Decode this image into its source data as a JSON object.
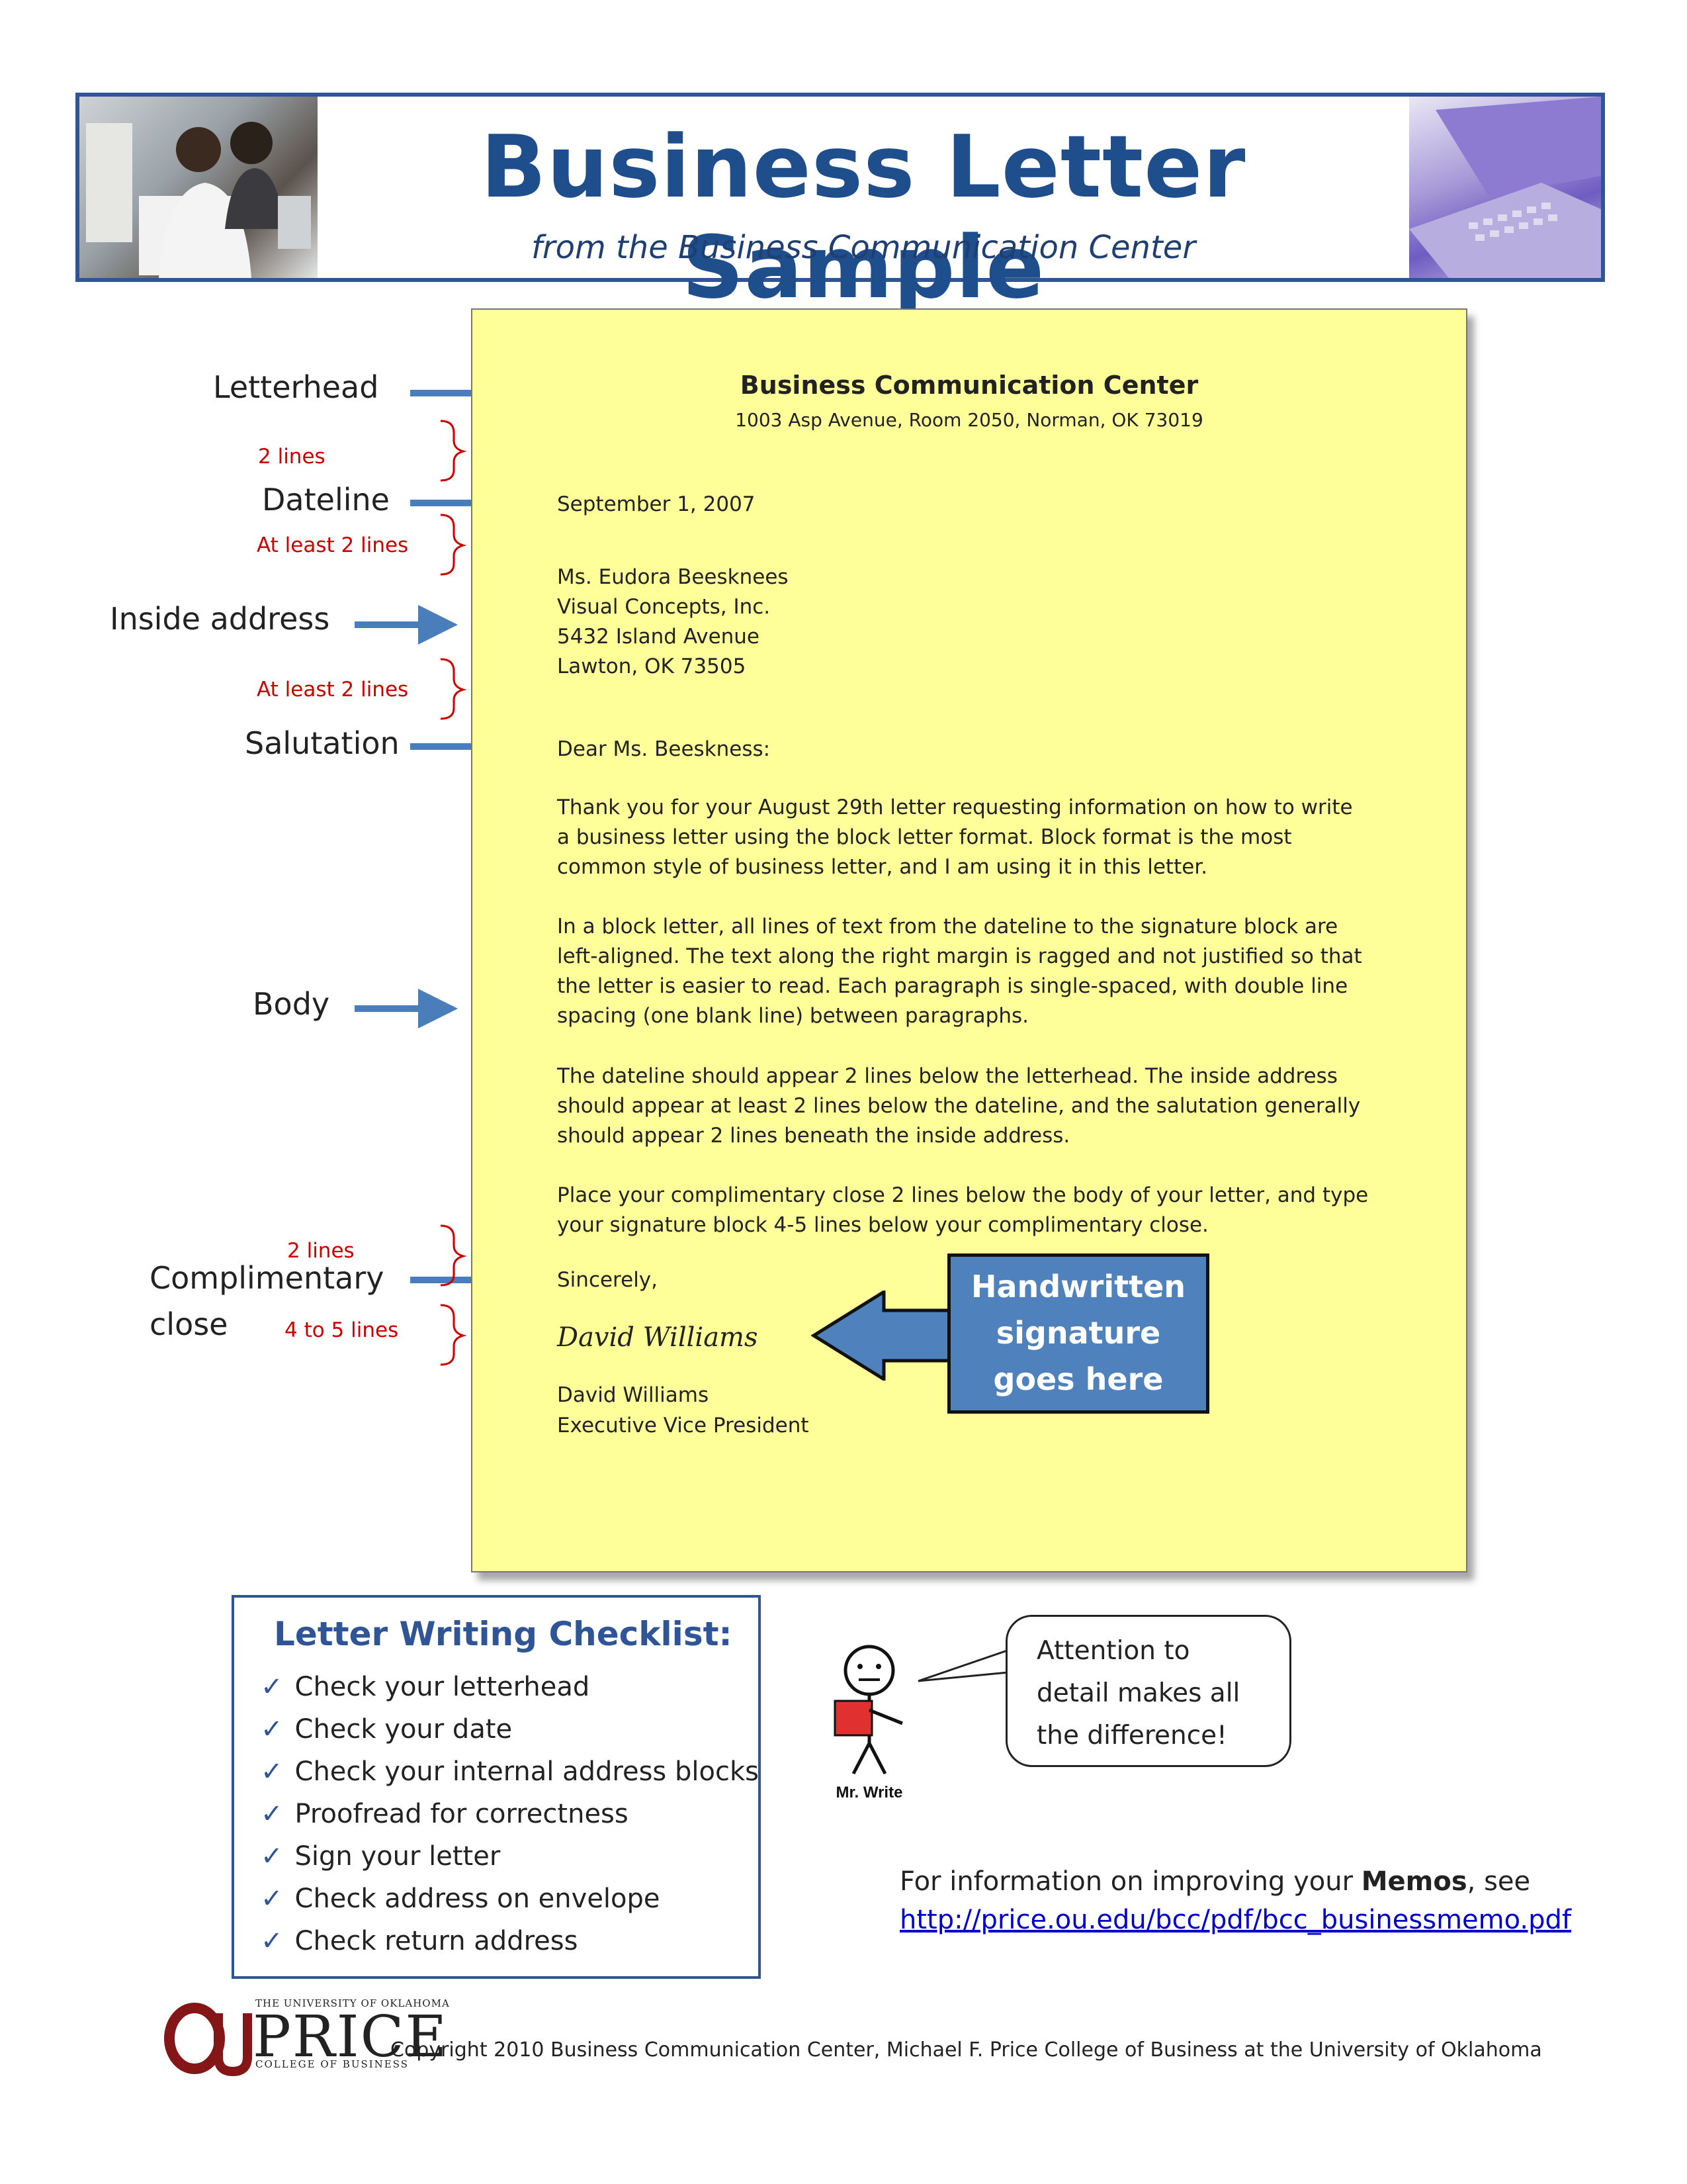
{
  "header": {
    "title": "Business Letter Sample",
    "subtitle": "from the Business Communication Center"
  },
  "letter": {
    "letterhead_name": "Business Communication Center",
    "letterhead_address": "1003 Asp Avenue, Room 2050, Norman, OK 73019",
    "date": "September 1, 2007",
    "inside_address": [
      "Ms. Eudora Beesknees",
      "Visual Concepts, Inc.",
      "5432 Island Avenue",
      "Lawton, OK 73505"
    ],
    "salutation": "Dear Ms. Beeskness:",
    "body_paragraphs": [
      [
        "Thank you for your August 29th letter requesting information on how to write",
        "a business letter using the block letter format.  Block format is the most",
        "common style of business letter, and I am using it in this letter."
      ],
      [
        "In a block letter, all lines of text from the dateline to the signature block are",
        "left-aligned.  The text along the right margin is ragged and not justified so that",
        "the letter is easier to read.  Each paragraph is single-spaced, with double line",
        "spacing (one blank line) between paragraphs."
      ],
      [
        "The dateline should appear 2 lines below the letterhead.  The inside address",
        "should appear at least 2 lines below the dateline, and the salutation generally",
        "should appear 2 lines beneath the inside address."
      ],
      [
        "Place your complimentary close 2 lines below the body of your letter, and type",
        "your signature block 4-5 lines below your complimentary close."
      ]
    ],
    "complimentary_close": "Sincerely,",
    "signature": "David Williams",
    "signer_name": "David Williams",
    "signer_title": "Executive Vice President",
    "callout": [
      "Handwritten",
      "signature",
      "goes here"
    ]
  },
  "labels": {
    "letterhead": "Letterhead",
    "dateline": "Dateline",
    "inside_address": "Inside address",
    "salutation": "Salutation",
    "body": "Body",
    "complimentary_close_1": "Complimentary",
    "complimentary_close_2": "close",
    "spacing_2_lines_a": "2 lines",
    "spacing_at_least_a": "At least 2 lines",
    "spacing_at_least_b": "At least 2 lines",
    "spacing_2_lines_b": "2 lines",
    "spacing_4_5_lines": "4 to 5 lines"
  },
  "checklist": {
    "title": "Letter Writing Checklist:",
    "mark": "✓",
    "items": [
      "Check your letterhead",
      "Check your date",
      "Check your internal address blocks",
      "Proofread for correctness",
      "Sign your letter",
      "Check address on envelope",
      "Check return address"
    ]
  },
  "mascot": {
    "name": "Mr. Write",
    "bubble_lines": [
      "Attention to",
      "detail makes all",
      "the difference!"
    ]
  },
  "memo_info": {
    "text_before": "For information on improving your ",
    "bold": "Memos",
    "text_after": ", see",
    "link": "http://price.ou.edu/bcc/pdf/bcc_businessmemo.pdf"
  },
  "footer": {
    "logo_top": "THE UNIVERSITY OF OKLAHOMA",
    "logo_word": "PRICE",
    "logo_bottom": "COLLEGE OF BUSINESS",
    "copyright": "Copyright 2010 Business Communication Center, Michael F. Price College of Business at the University of Oklahoma"
  },
  "colors": {
    "accent_blue": "#2f5597",
    "arrow_blue": "#4a7ebb",
    "letter_yellow": "#ffff99",
    "spacing_red": "#cc0000",
    "ou_crimson": "#841617"
  }
}
